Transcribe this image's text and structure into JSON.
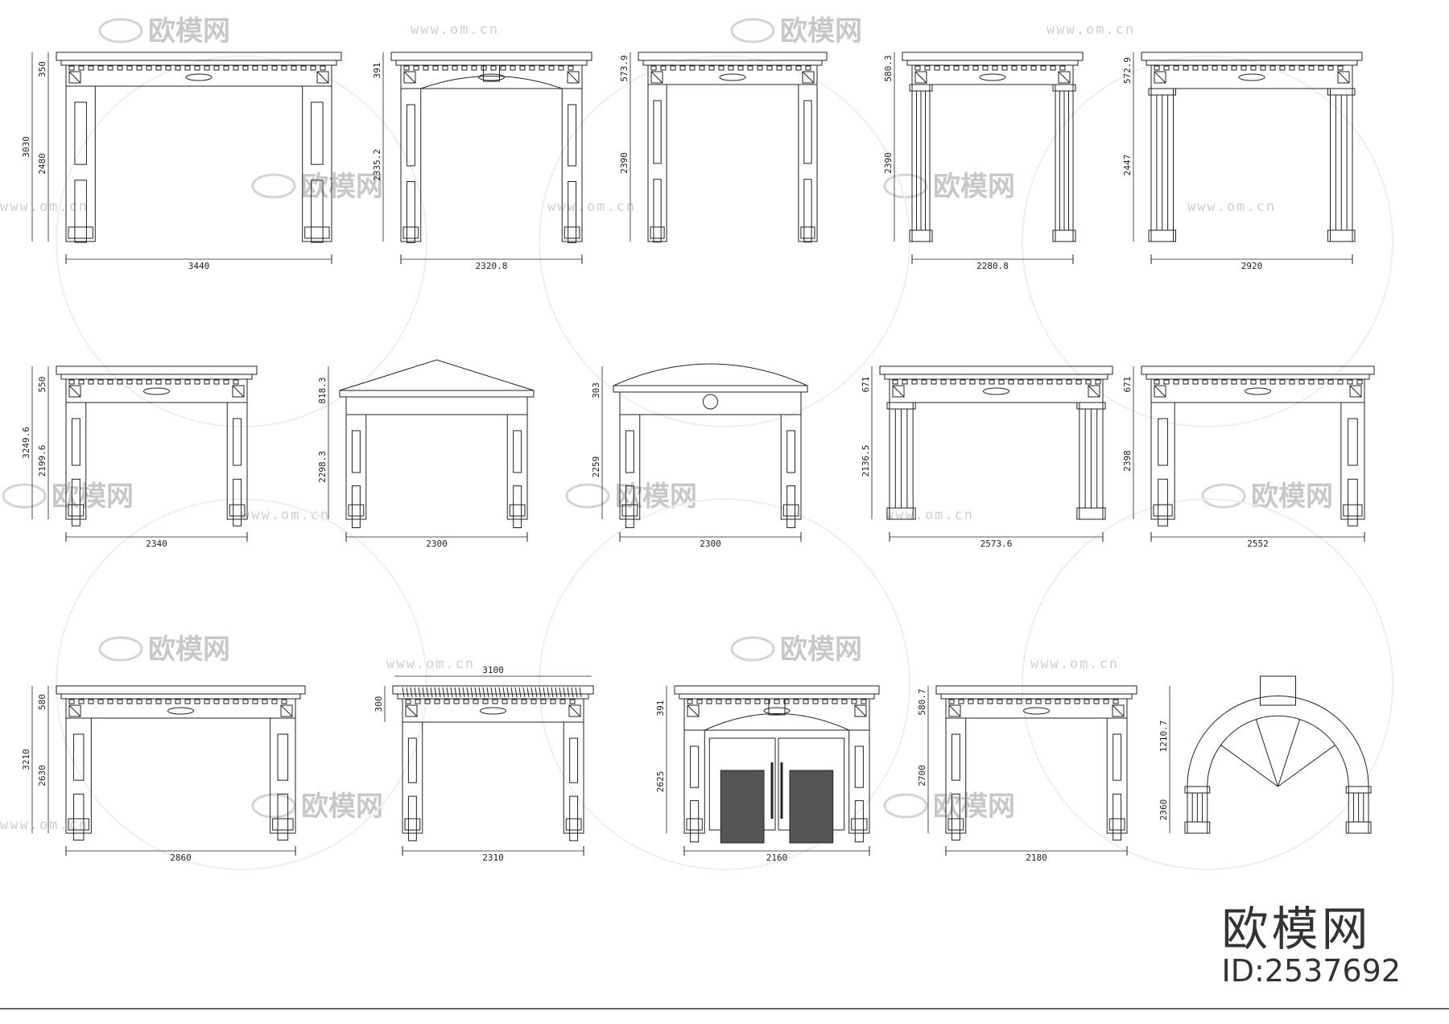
{
  "watermark": {
    "logo_text": "欧模网",
    "url": "www.om.cn"
  },
  "brand": {
    "name": "欧模网",
    "id": "ID:2537692"
  },
  "drawings": [
    {
      "id": "frame-1",
      "style": "flat",
      "h_total": "3030",
      "h_opening": "2480",
      "h_head": "350",
      "width": "3440",
      "note": ""
    },
    {
      "id": "frame-2",
      "style": "arch-keystone",
      "h_total": "",
      "h_opening": "2335.2",
      "h_head": "391",
      "width": "2320.8",
      "note": ""
    },
    {
      "id": "frame-3",
      "style": "flat",
      "h_total": "",
      "h_opening": "2390",
      "h_head": "573.9",
      "width": "",
      "note": ""
    },
    {
      "id": "frame-4",
      "style": "column",
      "h_total": "",
      "h_opening": "2390",
      "h_head": "580.3",
      "width": "2280.8",
      "note": ""
    },
    {
      "id": "frame-5",
      "style": "column",
      "h_total": "",
      "h_opening": "2447",
      "h_head": "572.9",
      "width": "2920",
      "note": ""
    },
    {
      "id": "frame-6",
      "style": "flat",
      "h_total": "3249.6",
      "h_opening": "2199.6",
      "h_head": "550",
      "width": "2340",
      "note": ""
    },
    {
      "id": "frame-7",
      "style": "pediment",
      "h_total": "",
      "h_opening": "2298.3",
      "h_head": "818.3",
      "width": "2300",
      "note": ""
    },
    {
      "id": "frame-8",
      "style": "arch",
      "h_total": "",
      "h_opening": "2259",
      "h_head": "303",
      "width": "2300",
      "note": ""
    },
    {
      "id": "frame-9",
      "style": "column",
      "h_total": "",
      "h_opening": "2136.5",
      "h_head": "671",
      "width": "2573.6",
      "note": ""
    },
    {
      "id": "frame-10",
      "style": "flat",
      "h_total": "",
      "h_opening": "2398",
      "h_head": "671",
      "width": "2552",
      "note": ""
    },
    {
      "id": "frame-11",
      "style": "flat",
      "h_total": "3210",
      "h_opening": "2630",
      "h_head": "580",
      "width": "2860",
      "note": ""
    },
    {
      "id": "frame-12",
      "style": "tiled",
      "h_total": "",
      "h_opening": "",
      "h_head": "300",
      "width": "2310",
      "note": "3100"
    },
    {
      "id": "frame-13",
      "style": "double-door",
      "h_total": "",
      "h_opening": "2625",
      "h_head": "391",
      "width": "2160",
      "note": ""
    },
    {
      "id": "frame-14",
      "style": "flat",
      "h_total": "",
      "h_opening": "2700",
      "h_head": "580.7",
      "width": "2180",
      "note": ""
    },
    {
      "id": "frame-15",
      "style": "round-arch",
      "h_total": "",
      "h_opening": "2360",
      "h_head": "1210.7",
      "width": "",
      "note": ""
    }
  ]
}
